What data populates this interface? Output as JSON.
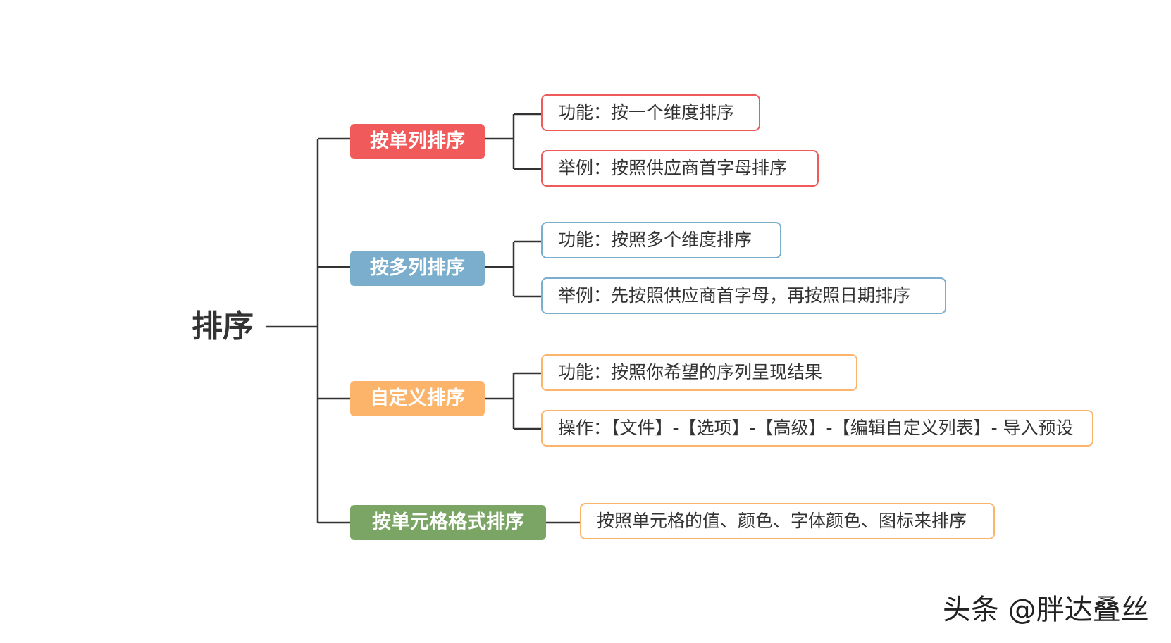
{
  "root": {
    "label": "排序"
  },
  "branches": [
    {
      "label": "按单列排序",
      "color": "#f05a5a",
      "leaves": [
        "功能：按一个维度排序",
        "举例：按照供应商首字母排序"
      ]
    },
    {
      "label": "按多列排序",
      "color": "#7aaecc",
      "leaves": [
        "功能：按照多个维度排序",
        "举例：先按照供应商首字母，再按照日期排序"
      ]
    },
    {
      "label": "自定义排序",
      "color": "#fbb46a",
      "leaves": [
        "功能：按照你希望的序列呈现结果",
        "操作：【文件】-【选项】-【高级】-【编辑自定义列表】- 导入预设"
      ]
    },
    {
      "label": "按单元格格式排序",
      "color": "#7aa565",
      "leaves": [
        "按照单元格的值、颜色、字体颜色、图标来排序"
      ]
    }
  ],
  "colors": {
    "line": "#333333",
    "leaf_border_1": "#f05a5a",
    "leaf_border_2": "#7aaecc",
    "leaf_border_3": "#fbb46a",
    "leaf_border_4": "#fbb46a"
  },
  "watermark": "头条 @胖达叠丝"
}
